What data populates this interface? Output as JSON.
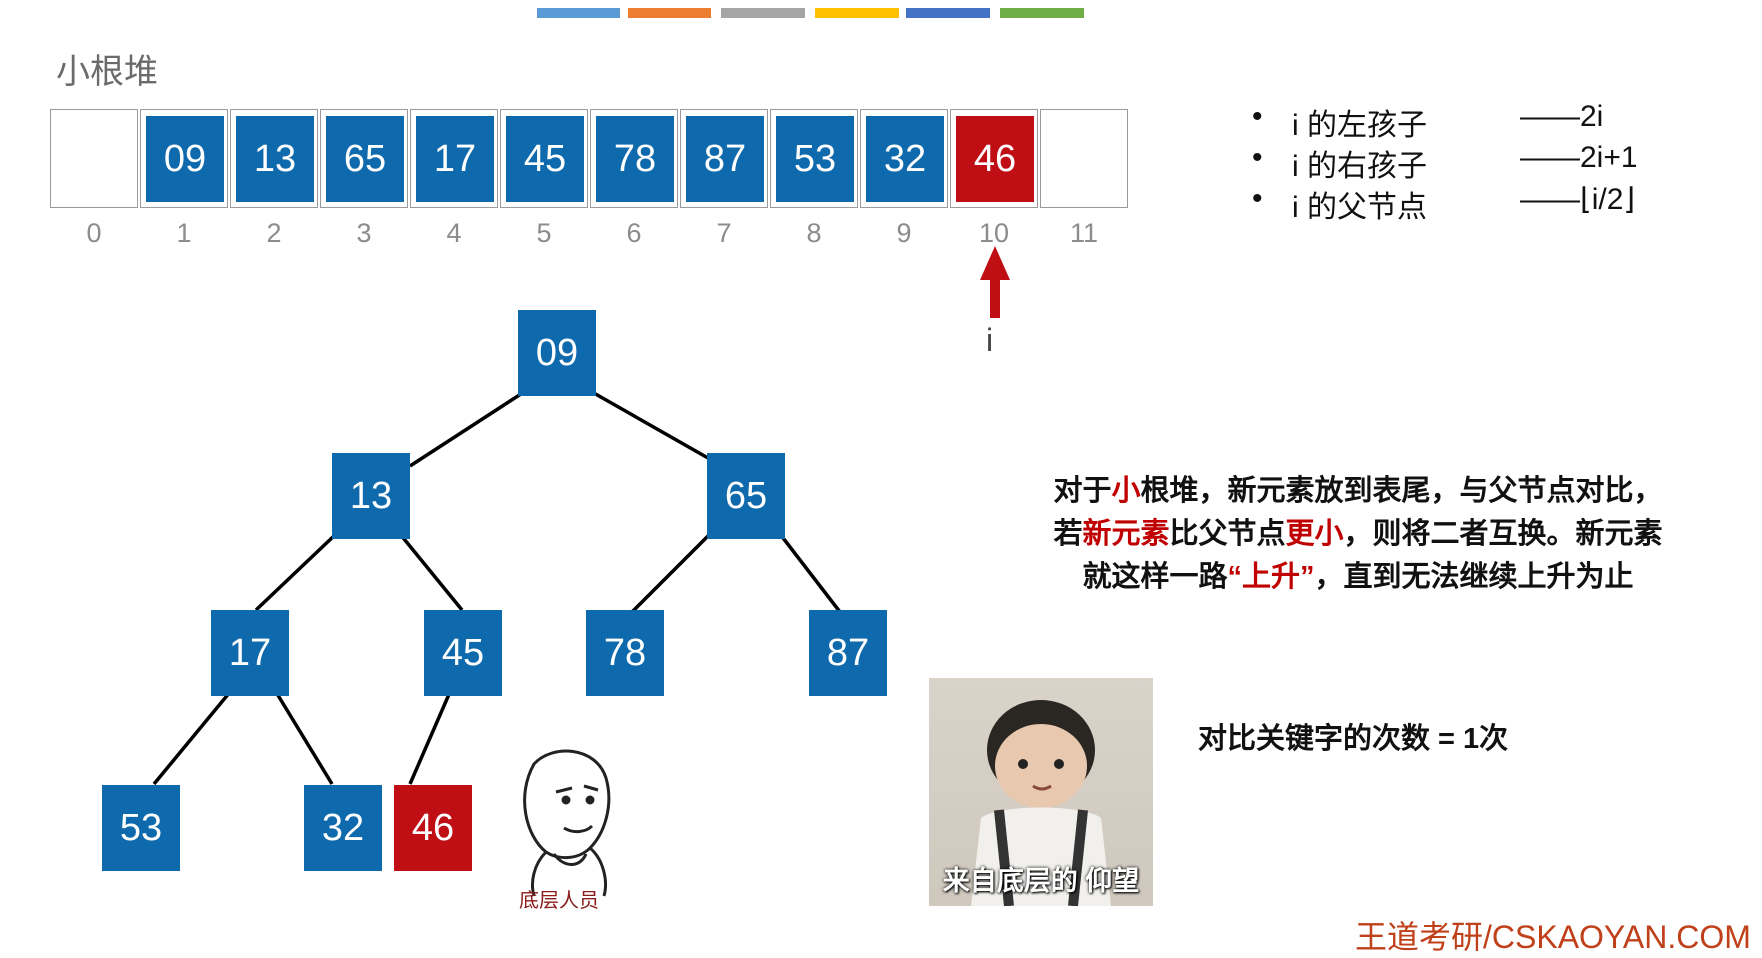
{
  "top_bar_colors": [
    "#5b9bd5",
    "#ed7d31",
    "#a5a5a5",
    "#ffc000",
    "#4472c4",
    "#70ad47"
  ],
  "title": "小根堆",
  "array": {
    "cells": [
      "",
      "09",
      "13",
      "65",
      "17",
      "45",
      "78",
      "87",
      "53",
      "32",
      "46",
      ""
    ],
    "indices": [
      "0",
      "1",
      "2",
      "3",
      "4",
      "5",
      "6",
      "7",
      "8",
      "9",
      "10",
      "11"
    ],
    "highlight_index": 10
  },
  "pointer_label": "i",
  "rules": [
    {
      "bullet": "•",
      "label": "i 的左孩子",
      "value": "——2i"
    },
    {
      "bullet": "•",
      "label": "i 的右孩子",
      "value": "——2i+1"
    },
    {
      "bullet": "•",
      "label": "i 的父节点",
      "value": "——⌊i/2⌋"
    }
  ],
  "tree": {
    "n1": "09",
    "n2": "13",
    "n3": "65",
    "n4": "17",
    "n5": "45",
    "n6": "78",
    "n7": "87",
    "n8": "53",
    "n9": "32",
    "n10": "46"
  },
  "explanation": {
    "p1": "对于",
    "p2": "小",
    "p3": "根堆，新元素放到表尾，与父节点对比，",
    "p4": "若",
    "p5": "新元素",
    "p6": "比父节点",
    "p7": "更小",
    "p8": "，则将二者互换。新元素",
    "p9": "就这样一路",
    "p10": "“上升”",
    "p11": "，直到无法继续上升为止"
  },
  "count_text": "对比关键字的次数 = 1次",
  "sticker_caption": "底层人员",
  "photo_caption": "来自底层的 仰望",
  "footer": "王道考研/CSKAOYAN.COM",
  "colors": {
    "node_blue": "#0e6aad",
    "node_red": "#bf0f14",
    "emphasis_red": "#c00000"
  }
}
